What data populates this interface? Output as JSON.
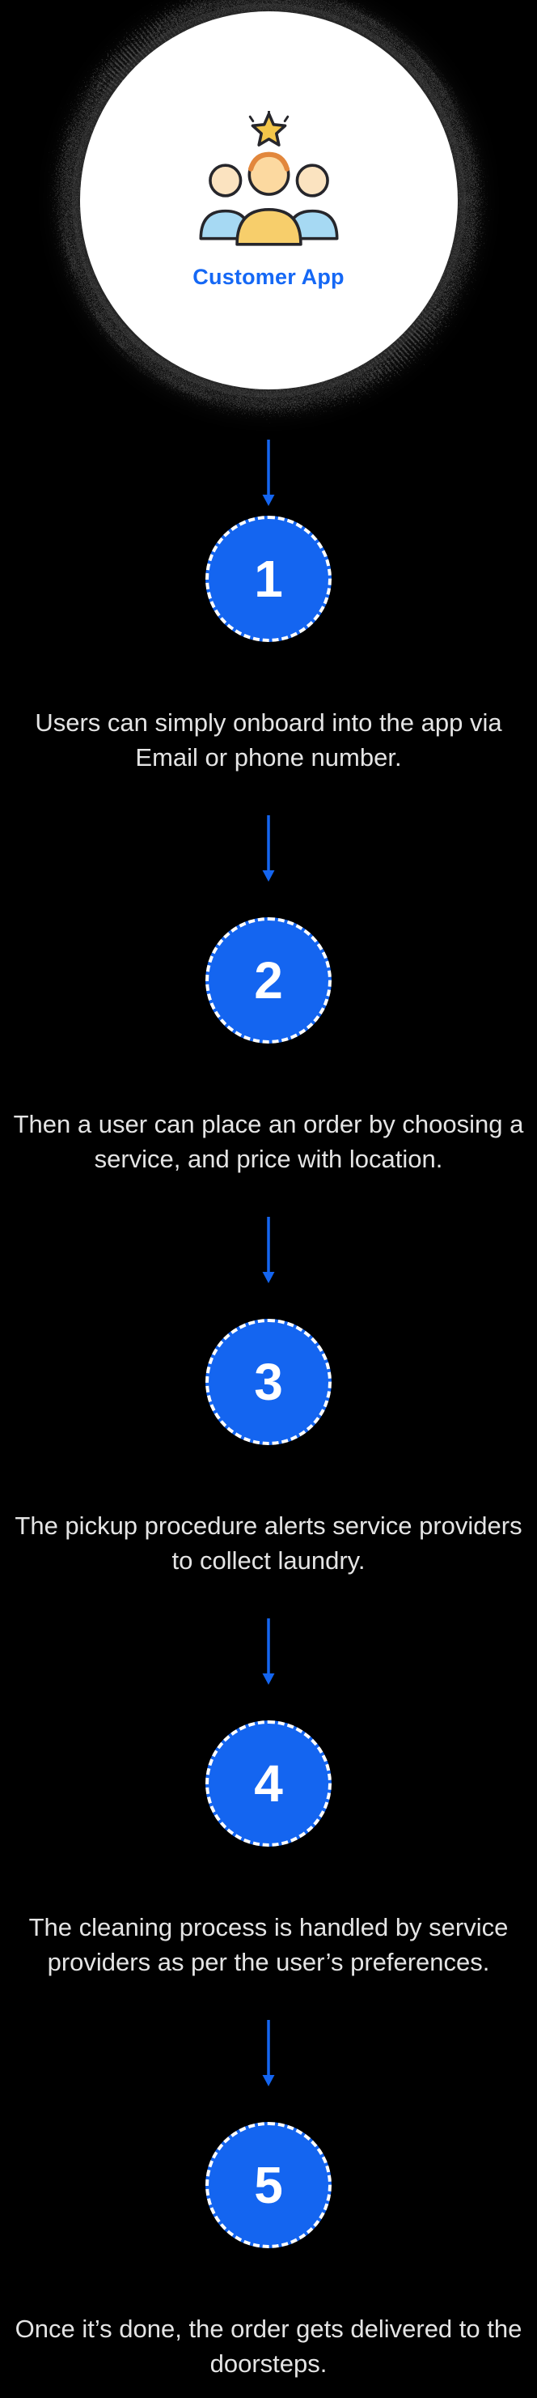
{
  "header": {
    "app_label": "Customer App",
    "icon": "customer-group-icon",
    "star_icon": "star-icon"
  },
  "colors": {
    "background": "#000000",
    "accent_blue": "#1465f0",
    "label_blue": "#1568f5",
    "text": "#e4e4e4",
    "circle_fill": "#ffffff"
  },
  "steps": [
    {
      "number": "1",
      "description": "Users can simply onboard into the app via Email or phone number."
    },
    {
      "number": "2",
      "description": "Then a user can place an order by choosing a service, and price with location."
    },
    {
      "number": "3",
      "description": "The pickup procedure alerts service providers to collect laundry."
    },
    {
      "number": "4",
      "description": "The cleaning process is handled by service providers as per the user’s preferences."
    },
    {
      "number": "5",
      "description": "Once it’s done, the order gets delivered to the doorsteps."
    }
  ]
}
